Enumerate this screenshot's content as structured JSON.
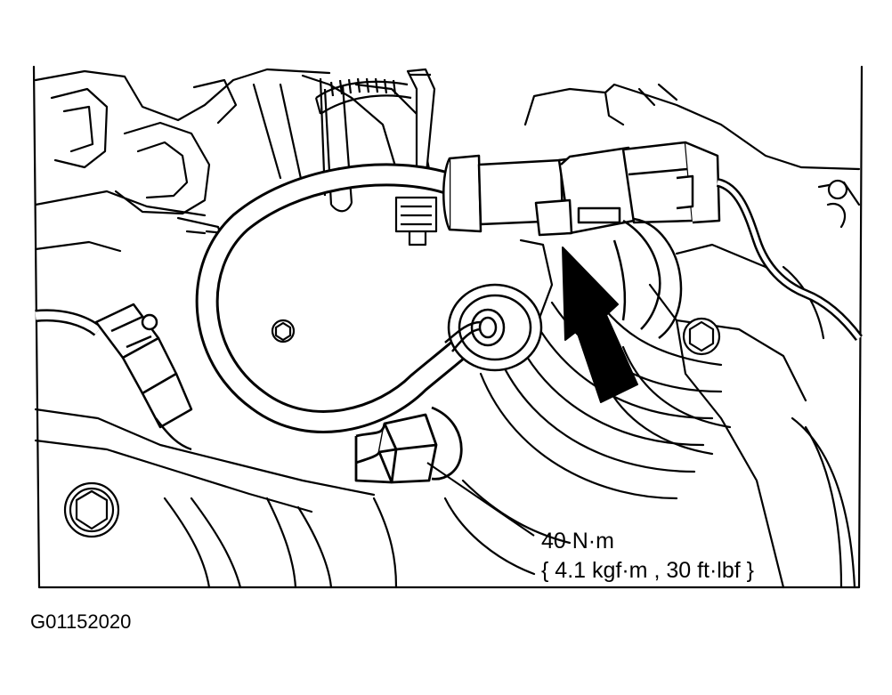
{
  "figure": {
    "code": "G01152020",
    "torque": {
      "metric": "40 N·m",
      "imperial": "{ 4.1 kgf·m , 30 ft·lbf }"
    }
  },
  "colors": {
    "line": "#000000",
    "background": "#ffffff"
  }
}
